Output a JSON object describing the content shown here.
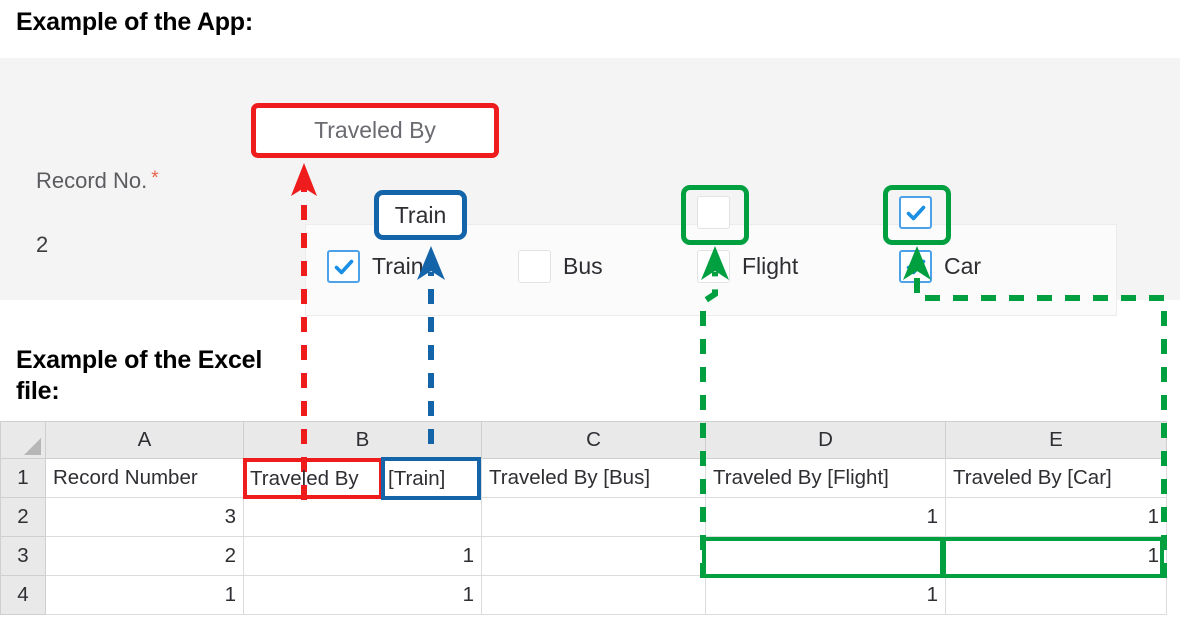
{
  "captions": {
    "app": "Example of the App:",
    "excel": "Example of the Excel file:"
  },
  "app": {
    "record_label": "Record No.",
    "required_marker": "*",
    "record_value": "2",
    "field_label": "Traveled By",
    "options": [
      {
        "label": "Train",
        "checked": true,
        "highlight": "blue-label"
      },
      {
        "label": "Bus",
        "checked": false,
        "highlight": "none"
      },
      {
        "label": "Flight",
        "checked": false,
        "highlight": "green-box"
      },
      {
        "label": "Car",
        "checked": true,
        "highlight": "green-box"
      }
    ]
  },
  "excel": {
    "column_letters": [
      "A",
      "B",
      "C",
      "D",
      "E"
    ],
    "row_numbers": [
      "1",
      "2",
      "3",
      "4"
    ],
    "headers": [
      "Record Number",
      "Traveled By [Train]",
      "Traveled By [Bus]",
      "Traveled By [Flight]",
      "Traveled By [Car]"
    ],
    "header_b_part1": "Traveled By",
    "header_b_part2": "[Train]",
    "rows": [
      {
        "row": "2",
        "A": "3",
        "B": "",
        "C": "",
        "D": "1",
        "E": "1"
      },
      {
        "row": "3",
        "A": "2",
        "B": "1",
        "C": "",
        "D": "",
        "E": "1"
      },
      {
        "row": "4",
        "A": "1",
        "B": "1",
        "C": "",
        "D": "1",
        "E": ""
      }
    ]
  },
  "annotations": {
    "colors": {
      "red": "#ee1c1c",
      "blue": "#1464aa",
      "green": "#00a041",
      "checkbox_accent": "#1a8fe3",
      "panel_bg": "#f4f4f4",
      "grid_header_bg": "#e9e9e9"
    },
    "links": [
      {
        "name": "field-label-to-column-b-prefix",
        "color": "red",
        "from": "excel-cell-B1-prefix",
        "to": "app-field-label"
      },
      {
        "name": "train-option-to-column-b-suffix",
        "color": "blue",
        "from": "excel-cell-B1-suffix",
        "to": "app-option-train"
      },
      {
        "name": "flight-checkbox-to-cell-D3",
        "color": "green",
        "from": "excel-cell-D3",
        "to": "app-checkbox-flight"
      },
      {
        "name": "car-checkbox-to-cell-E3",
        "color": "green",
        "from": "excel-cell-E3",
        "to": "app-checkbox-car"
      }
    ]
  }
}
